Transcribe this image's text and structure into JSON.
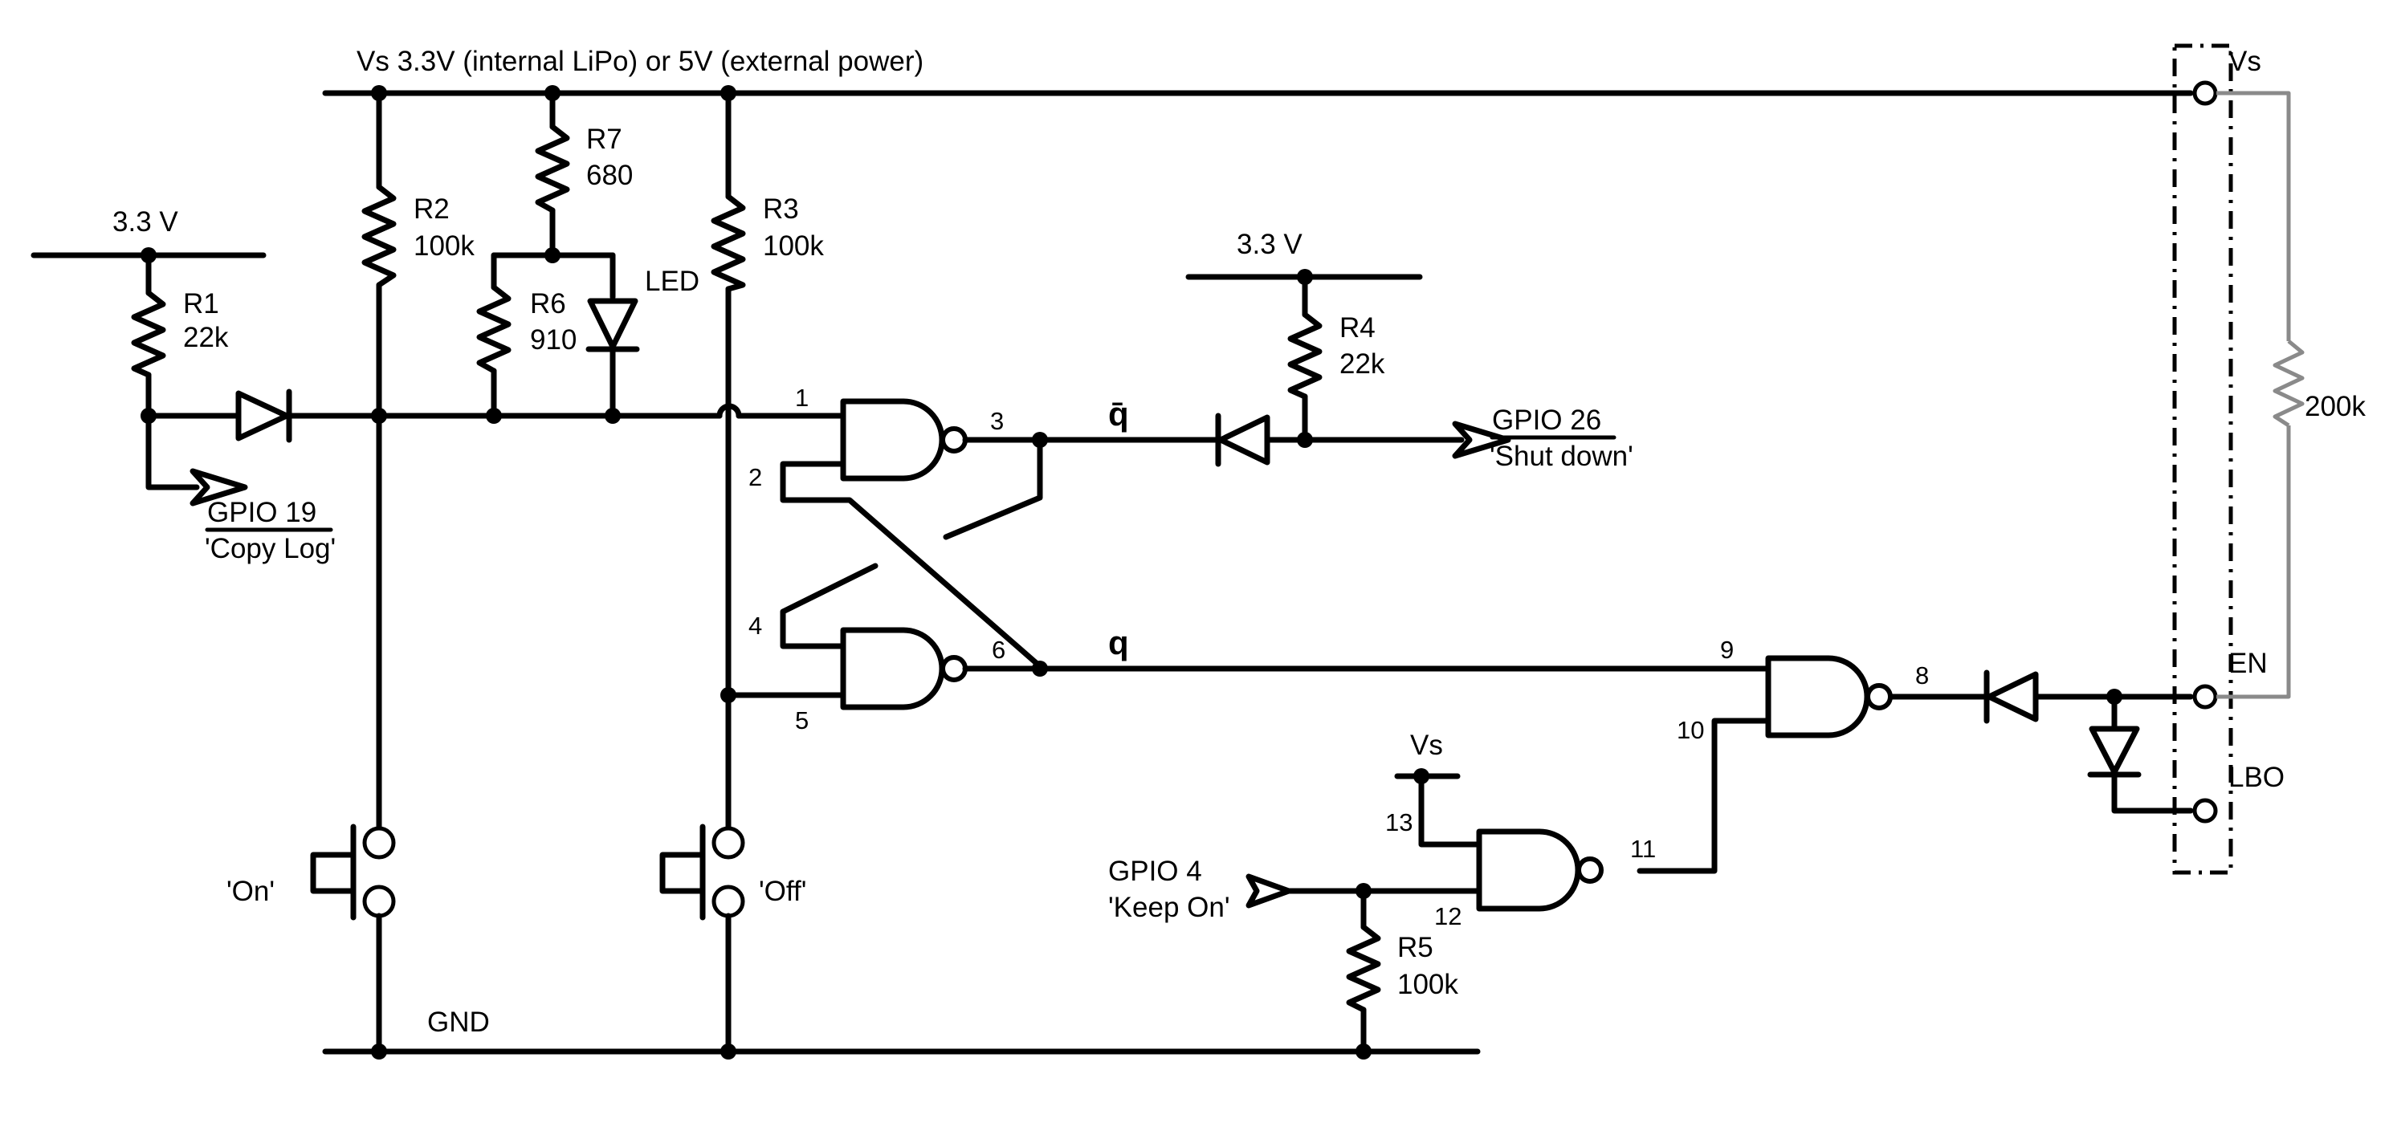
{
  "supply": {
    "rail_label": "Vs  3.3V (internal LiPo) or 5V (external power)",
    "gnd_label": "GND",
    "v33_left": "3.3 V",
    "v33_right": "3.3 V",
    "vs_small": "Vs"
  },
  "resistors": {
    "r1": {
      "name": "R1",
      "value": "22k"
    },
    "r2": {
      "name": "R2",
      "value": "100k"
    },
    "r3": {
      "name": "R3",
      "value": "100k"
    },
    "r4": {
      "name": "R4",
      "value": "22k"
    },
    "r5": {
      "name": "R5",
      "value": "100k"
    },
    "r6": {
      "name": "R6",
      "value": "910"
    },
    "r7": {
      "name": "R7",
      "value": "680"
    },
    "r_en": {
      "value": "200k"
    }
  },
  "led_label": "LED",
  "switches": {
    "on": "'On'",
    "off": "'Off'"
  },
  "gpio": {
    "gpio19": {
      "name": "GPIO 19",
      "desc": "'Copy Log'"
    },
    "gpio26": {
      "name": "GPIO 26",
      "desc": "'Shut down'"
    },
    "gpio4": {
      "name": "GPIO 4",
      "desc": "'Keep On'"
    }
  },
  "pins": [
    "1",
    "2",
    "3",
    "4",
    "5",
    "6",
    "8",
    "9",
    "10",
    "11",
    "12",
    "13"
  ],
  "signals": {
    "q_bar": "q̄",
    "q": "q"
  },
  "connector": {
    "vs": "Vs",
    "en": "EN",
    "lbo": "LBO"
  }
}
